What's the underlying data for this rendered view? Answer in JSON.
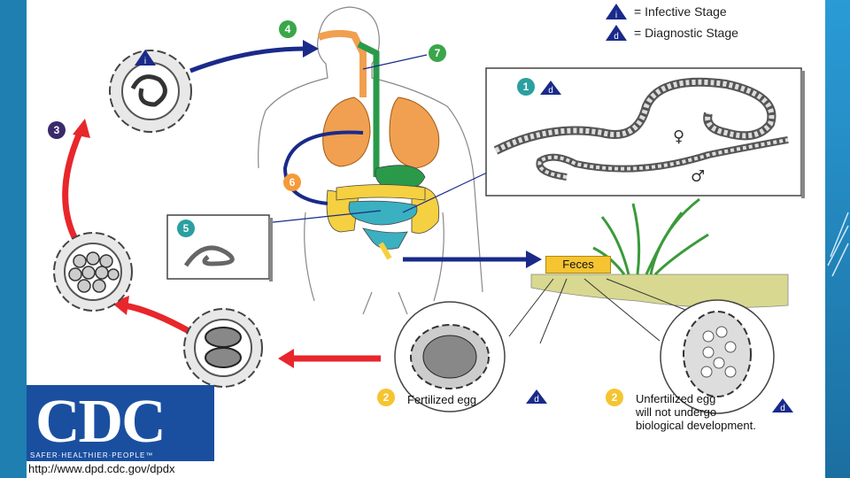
{
  "legend": {
    "infective_symbol": "i",
    "infective_label": "= Infective Stage",
    "diagnostic_symbol": "d",
    "diagnostic_label": "= Diagnostic Stage"
  },
  "steps": [
    "1",
    "2",
    "2",
    "3",
    "4",
    "5",
    "6",
    "7"
  ],
  "captions": {
    "feces": "Feces",
    "fertilized": "Fertilized egg",
    "unfertilized_line1": "Unfertilized egg",
    "unfertilized_line2": "will not undergo",
    "unfertilized_line3": "biological development."
  },
  "worm_symbols": {
    "female": "♀",
    "male": "♂"
  },
  "logo": {
    "letters": "CDC",
    "tagline": "SAFER·HEALTHIER·PEOPLE™",
    "url": "http://www.dpd.cdc.gov/dpdx"
  },
  "colors": {
    "arrow_red": "#e8262b",
    "arrow_blue": "#1a2a8a",
    "step_green": "#3aa64a",
    "step_purple": "#3a2a6a",
    "step_yellow": "#f5c430",
    "step_orange": "#f59a3a",
    "step_teal": "#2aa0a0",
    "lungs": "#f0a050",
    "gut_yellow": "#f5d040",
    "gut_teal": "#3ab0c0",
    "gut_green": "#2a9a4a",
    "brand_blue": "#1a4fa0"
  }
}
